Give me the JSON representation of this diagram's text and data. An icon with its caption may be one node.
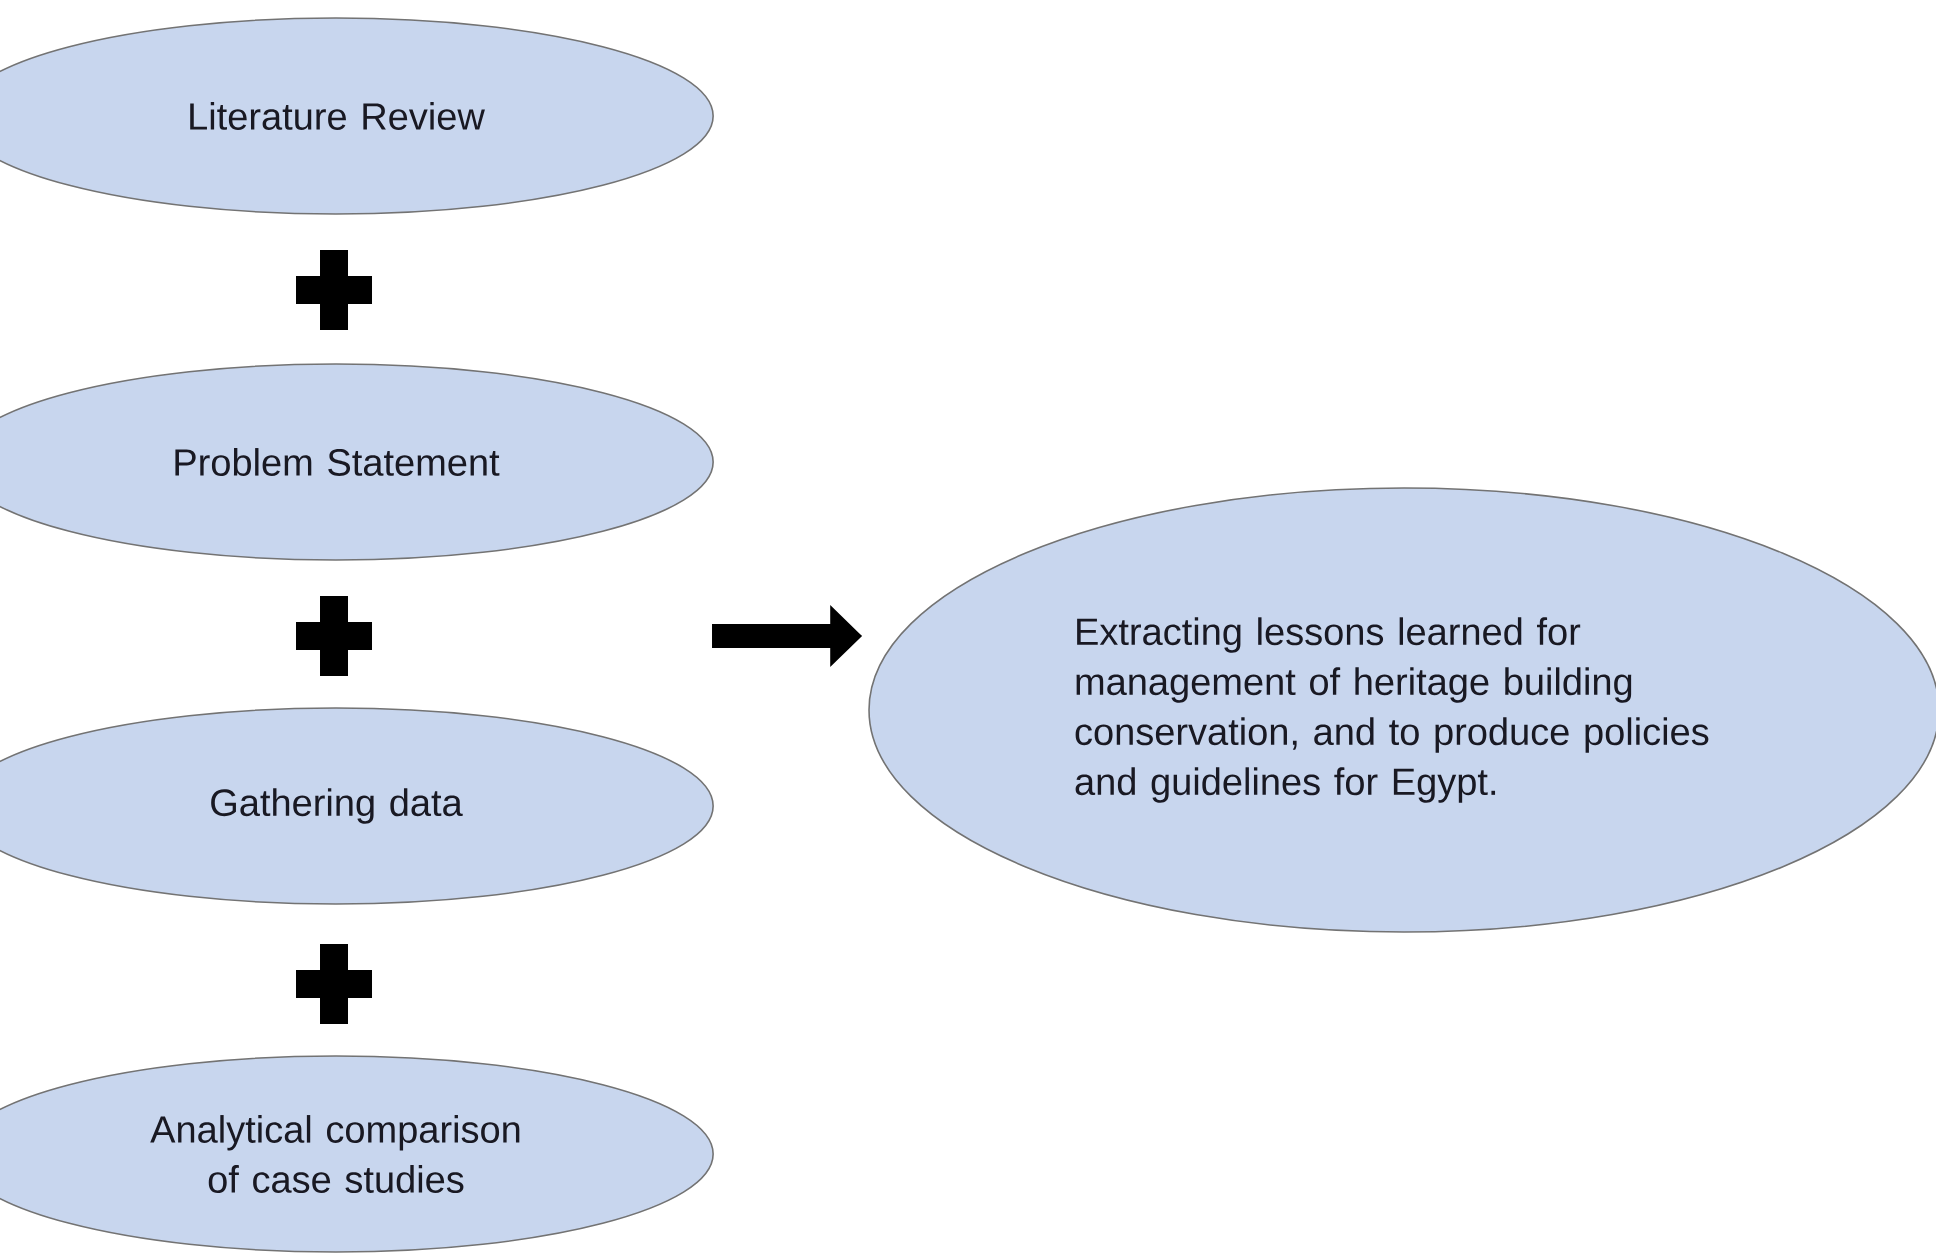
{
  "diagram": {
    "nodes": [
      {
        "text": [
          "Literature Review"
        ]
      },
      {
        "text": [
          "Problem Statement"
        ]
      },
      {
        "text": [
          "Gathering data"
        ]
      },
      {
        "text": [
          "Analytical comparison of case studies"
        ]
      },
      {
        "text": [
          "Extracting lessons learned for management of heritage building conservation, and to produce policies and guidelines for Egypt."
        ]
      }
    ],
    "edges": [
      {
        "from": null,
        "to": 4,
        "arrow": "to"
      }
    ]
  }
}
